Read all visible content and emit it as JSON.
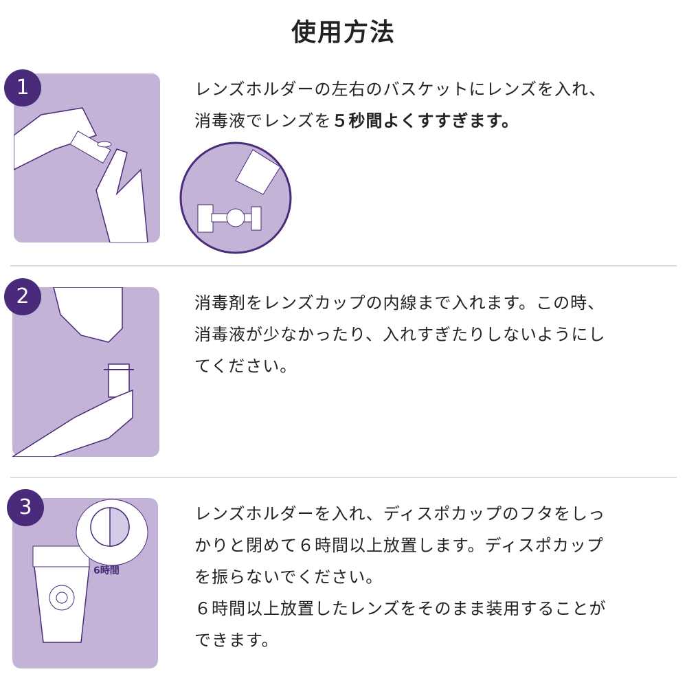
{
  "title": "使用方法",
  "colors": {
    "panel": "#c3b3d6",
    "badge": "#4a2a7a"
  },
  "steps": [
    {
      "number": "1",
      "lines": [
        [
          "レンズホルダーの左右のバスケットにレンズを入れ、"
        ],
        [
          "消毒液でレンズを",
          "５秒間よくすすぎます。"
        ]
      ]
    },
    {
      "number": "2",
      "lines": [
        "消毒剤をレンズカップの内線まで入れます。この時、",
        "消毒液が少なかったり、入れすぎたりしないようにし",
        "てください。"
      ]
    },
    {
      "number": "3",
      "timer_label": "6時間",
      "lines": [
        "レンズホルダーを入れ、ディスポカップのフタをしっ",
        "かりと閉めて６時間以上放置します。ディスポカップ",
        "を振らないでください。",
        "６時間以上放置したレンズをそのまま装用することが",
        "できます。"
      ]
    }
  ]
}
